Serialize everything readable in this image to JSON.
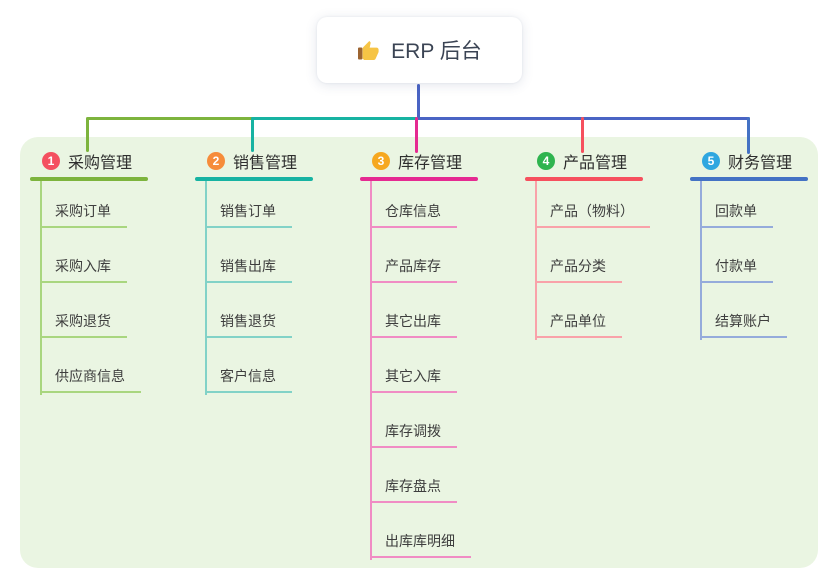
{
  "root": {
    "label": "ERP 后台",
    "icon": "thumbs-up-icon"
  },
  "colors": {
    "root_connector": "#4a64c4",
    "container_bg": "#eaf5e2",
    "root_text": "#3b4454",
    "icon_hand": "#f6c445",
    "icon_cuff": "#9c6431"
  },
  "branches": [
    {
      "number": "1",
      "label": "采购管理",
      "badge_color": "#f45060",
      "line_color": "#7db43d",
      "sub_line_color": "#a9d67f",
      "items": [
        "采购订单",
        "采购入库",
        "采购退货",
        "供应商信息"
      ]
    },
    {
      "number": "2",
      "label": "销售管理",
      "badge_color": "#f68c3a",
      "line_color": "#17b3a2",
      "sub_line_color": "#82d2c7",
      "items": [
        "销售订单",
        "销售出库",
        "销售退货",
        "客户信息"
      ]
    },
    {
      "number": "3",
      "label": "库存管理",
      "badge_color": "#f6a820",
      "line_color": "#e52a91",
      "sub_line_color": "#f08cc4",
      "items": [
        "仓库信息",
        "产品库存",
        "其它出库",
        "其它入库",
        "库存调拨",
        "库存盘点",
        "出库库明细"
      ]
    },
    {
      "number": "4",
      "label": "产品管理",
      "badge_color": "#2fb44f",
      "line_color": "#f6505e",
      "sub_line_color": "#f9a2a9",
      "items": [
        "产品（物料）",
        "产品分类",
        "产品单位"
      ]
    },
    {
      "number": "5",
      "label": "财务管理",
      "badge_color": "#2fa7e0",
      "line_color": "#4472c4",
      "sub_line_color": "#95abdb",
      "items": [
        "回款单",
        "付款单",
        "结算账户"
      ]
    }
  ]
}
